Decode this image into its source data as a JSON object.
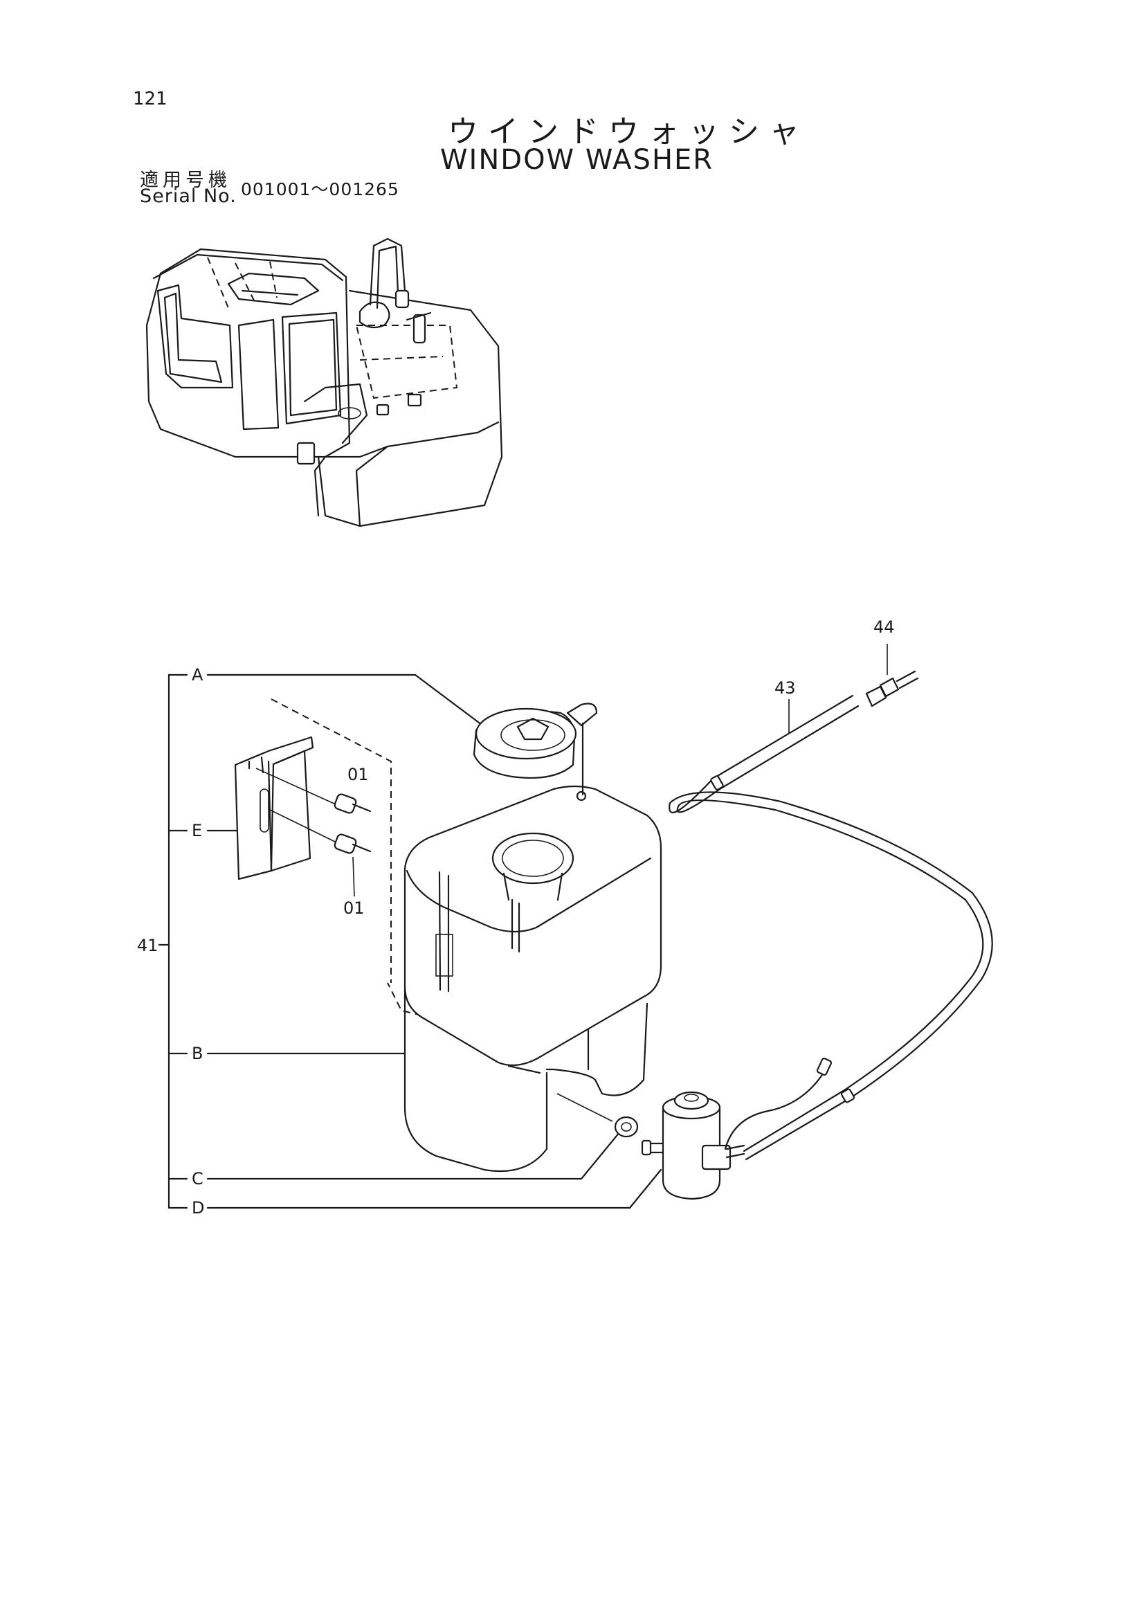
{
  "header": {
    "page_number": "121",
    "title_jp": "ウインドウォッシャ",
    "title_en": "WINDOW WASHER",
    "serial_label_jp": "適用号機",
    "serial_label_en": "Serial No.",
    "serial_range": "001001～001265"
  },
  "callouts": {
    "c41": "41",
    "cA": "A",
    "cB": "B",
    "cC": "C",
    "cD": "D",
    "cE": "E",
    "c01a": "01",
    "c01b": "01",
    "c43": "43",
    "c44": "44"
  },
  "icons": {
    "machine_overview": "excavator-cab-overview-illustration",
    "tank": "washer-tank-illustration",
    "cap": "tank-cap-illustration",
    "bracket": "mounting-bracket-illustration",
    "bolt": "bolt-illustration",
    "pump": "washer-pump-illustration",
    "hose": "hose-illustration",
    "nozzle": "nozzle-fitting-illustration",
    "grommet": "grommet-illustration"
  }
}
